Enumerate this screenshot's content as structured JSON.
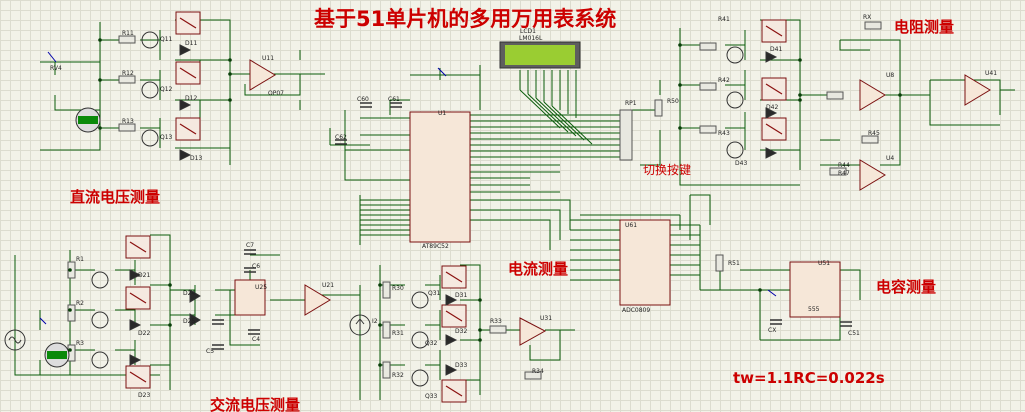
{
  "title": "基于51单片机的多用万用表系统",
  "sections": {
    "dc_voltage": "直流电压测量",
    "ac_voltage": "交流电压测量",
    "current": "电流测量",
    "resistance": "电阻测量",
    "capacitance": "电容测量",
    "switch_key": "切换按键"
  },
  "formula": "tw=1.1RC=0.022s",
  "parts": {
    "mcu": "U1",
    "lcd": "LCD1",
    "lcd_model": "LM016L",
    "adc": "U61",
    "adc_model": "ADC0809",
    "rp1": "RP1",
    "r50": "R50",
    "dc_opamp": "U11",
    "ac_opamp": "U21",
    "cur_opamp": "U31",
    "res_opamp": "U41",
    "u8": "U8",
    "u4": "U4",
    "u51": "U51",
    "rx": "RX",
    "r51": "R51",
    "cx": "CX",
    "c51": "C51",
    "r11": "R11",
    "r12": "R12",
    "r13": "R13",
    "q11": "Q11",
    "q12": "Q12",
    "q13": "Q13",
    "d11": "D11",
    "d12": "D12",
    "d13": "D13",
    "rv4": "RV4",
    "r1": "R1",
    "r2": "R2",
    "r3": "R3",
    "d21": "D21",
    "d22": "D22",
    "d23": "D23",
    "d24": "D24",
    "d25": "D25",
    "c7": "C7",
    "c6": "C6",
    "c5": "C5",
    "c4": "C4",
    "u25": "U25",
    "r30": "R30",
    "r31": "R31",
    "r32": "R32",
    "r33": "R33",
    "r34": "R34",
    "d31": "D31",
    "d32": "D32",
    "d33": "D33",
    "q31": "Q31",
    "q32": "Q32",
    "q33": "Q33",
    "i2": "I2",
    "r41": "R41",
    "r42": "R42",
    "r43": "R43",
    "d41": "D41",
    "d42": "D42",
    "d43": "D43",
    "r45": "R45",
    "r44": "R44",
    "r47": "R47",
    "c60": "C60",
    "c61": "C61",
    "c62": "C62",
    "opamp_model": "OP07",
    "ic_model": "AT89C52",
    "timer_model": "555"
  },
  "colors": {
    "title": "#cc0000",
    "wire": "#0a5c0a",
    "component": "#8b1010",
    "lcd": "#9acd32"
  }
}
